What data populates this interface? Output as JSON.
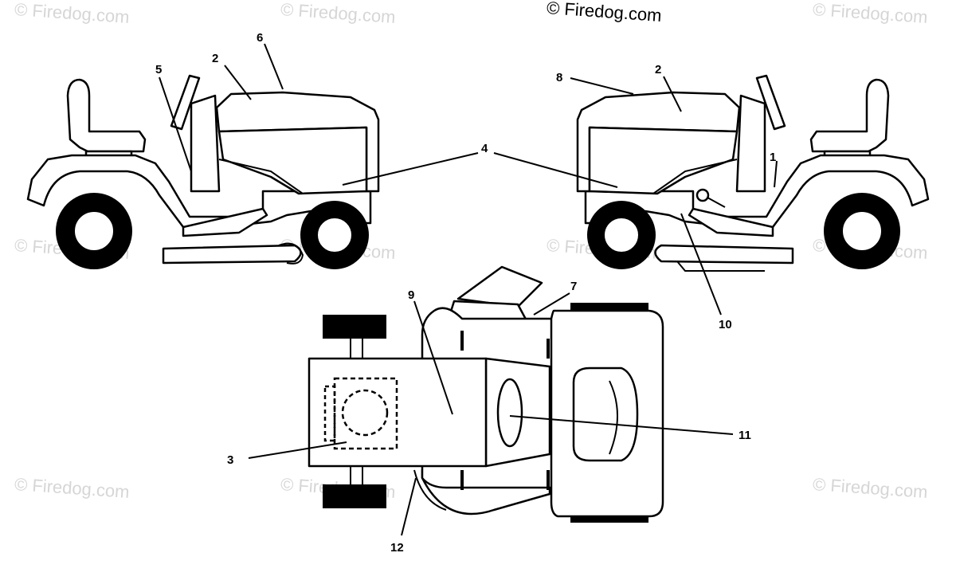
{
  "watermark": {
    "text": "© Firedog.com",
    "main_text": "© Firedog.com"
  },
  "callouts": {
    "c1": "1",
    "c2a": "2",
    "c2b": "2",
    "c3": "3",
    "c4": "4",
    "c5": "5",
    "c6": "6",
    "c7": "7",
    "c8": "8",
    "c9": "9",
    "c10": "10",
    "c11": "11",
    "c12": "12"
  },
  "colors": {
    "line": "#000000",
    "watermark": "#d6d6d6",
    "background": "#ffffff"
  }
}
